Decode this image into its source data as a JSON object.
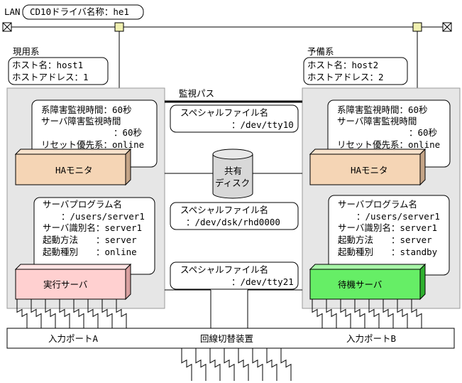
{
  "lan": {
    "label": "LAN",
    "name_box": "CD10ドライバ名称：he1"
  },
  "active_system": {
    "title": "現用系",
    "host_name": "ホスト名：host1",
    "host_address": "ホストアドレス：1",
    "monitor_settings": {
      "line1": "系障害監視時間：60秒",
      "line2": "サーバ障害監視時間",
      "line3": "：60秒",
      "line4": "リセット優先系：online"
    },
    "ha_monitor_label": "HAモニタ",
    "server_program": {
      "line1": "サーバプログラム名",
      "line2": "：/users/server1",
      "line3": "サーバ識別名：server1",
      "line4": "起動方法　　：server",
      "line5": "起動種別　　：online"
    },
    "server_label": "実行サーバ",
    "server_color": "#ffd0d0"
  },
  "standby_system": {
    "title": "予備系",
    "host_name": "ホスト名：host2",
    "host_address": "ホストアドレス：2",
    "monitor_settings": {
      "line1": "系障害監視時間：60秒",
      "line2": "サーバ障害監視時間",
      "line3": "：60秒",
      "line4": "リセット優先系：online"
    },
    "ha_monitor_label": "HAモニタ",
    "server_program": {
      "line1": "サーバプログラム名",
      "line2": "：/users/server1",
      "line3": "サーバ識別名：server1",
      "line4": "起動方法　　：server",
      "line5": "起動種別　　：standby"
    },
    "server_label": "待機サーバ",
    "server_color": "#66ee66"
  },
  "monitor_path_label": "監視パス",
  "special_file_1": {
    "line1": "スペシャルファイル名",
    "line2": "：/dev/tty10"
  },
  "shared_disk": {
    "line1": "共有",
    "line2": "ディスク"
  },
  "special_file_2": {
    "line1": "スペシャルファイル名",
    "line2": "：/dev/dsk/rhd0000"
  },
  "special_file_3": {
    "line1": "スペシャルファイル名",
    "line2": "：/dev/tty21"
  },
  "switch_unit": {
    "input_port_a": "入力ポートA",
    "label": "回線切替装置",
    "input_port_b": "入力ポートB"
  },
  "colors": {
    "ha_monitor": "#f5d5b5",
    "system_panel": "#e6e6e6",
    "connector": "#f0f0b0"
  }
}
